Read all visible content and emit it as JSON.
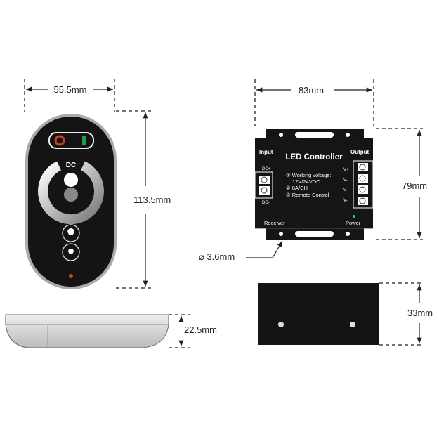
{
  "dimensions": {
    "remote_width": "55.5mm",
    "remote_height": "113.5mm",
    "remote_thickness": "22.5mm",
    "controller_width": "83mm",
    "controller_height": "79mm",
    "controller_depth": "33mm",
    "hole_diameter": "⌀ 3.6mm"
  },
  "remote": {
    "label": "DC"
  },
  "controller": {
    "title": "LED Controller",
    "input_label": "Input",
    "output_label": "Output",
    "dc_plus": "DC+",
    "dc_minus": "DC-",
    "v_labels": [
      "V+",
      "V-",
      "V-",
      "V-"
    ],
    "specs": [
      "① Working voltage:",
      "12V/24VDC",
      "② 8A/CH",
      "③ Remote Control"
    ],
    "receiver_label": "Receiver",
    "power_label": "Power"
  },
  "colors": {
    "body": "#111111",
    "power_led": "#2ecc71",
    "remote_led": "#d04010",
    "remote_toggle_red": "#d0401a",
    "remote_toggle_green": "#1aa040"
  }
}
